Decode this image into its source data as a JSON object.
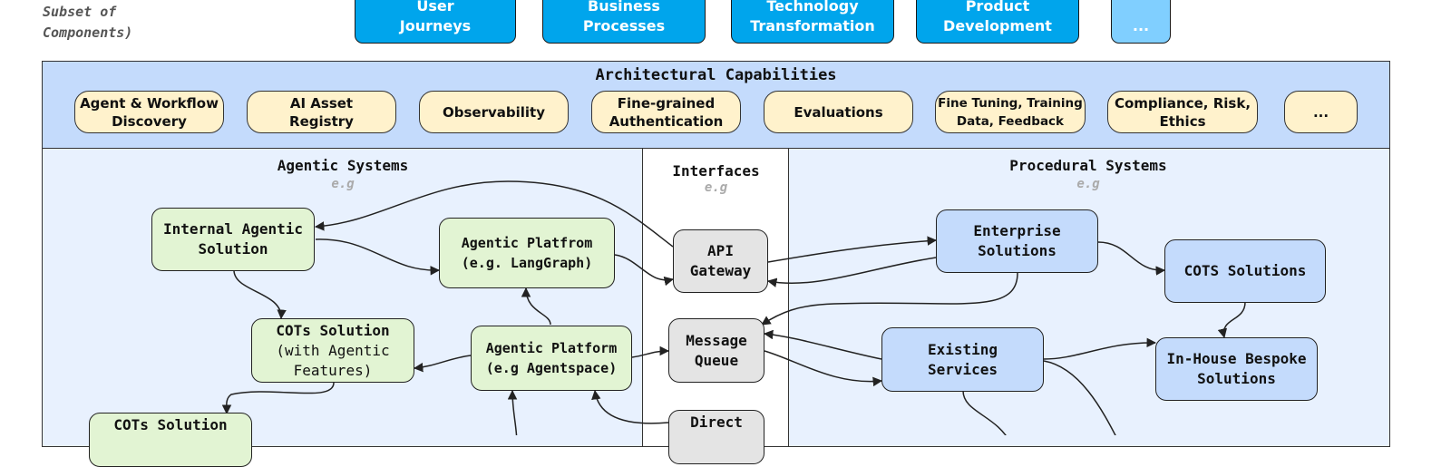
{
  "caption": {
    "line1": "Subset of",
    "line2": "Components)"
  },
  "top_row": [
    {
      "line1": "User",
      "line2": "Journeys"
    },
    {
      "line1": "Business",
      "line2": "Processes"
    },
    {
      "line1": "Technology",
      "line2": "Transformation"
    },
    {
      "line1": "Product",
      "line2": "Development"
    },
    {
      "line1": "",
      "line2": "..."
    }
  ],
  "capabilities": {
    "title": "Architectural Capabilities",
    "items": [
      {
        "line1": "Agent & Workflow",
        "line2": "Discovery"
      },
      {
        "line1": "AI Asset",
        "line2": "Registry"
      },
      {
        "line1": "Observability",
        "line2": ""
      },
      {
        "line1": "Fine-grained",
        "line2": "Authentication"
      },
      {
        "line1": "Evaluations",
        "line2": ""
      },
      {
        "line1": "Fine Tuning, Training",
        "line2": "Data, Feedback"
      },
      {
        "line1": "Compliance, Risk,",
        "line2": "Ethics"
      },
      {
        "line1": "...",
        "line2": ""
      }
    ]
  },
  "agentic": {
    "title": "Agentic Systems",
    "eg": "e.g",
    "nodes": {
      "internal": {
        "line1": "Internal Agentic",
        "line2": "Solution"
      },
      "platform_langgraph": {
        "line1": "Agentic Platfrom",
        "line2": "(e.g. LangGraph)"
      },
      "cots_agentic": {
        "line1": "COTs Solution",
        "line2": "(with Agentic",
        "line3": "Features)"
      },
      "platform_agentspace": {
        "line1": "Agentic Platform",
        "line2": "(e.g Agentspace)"
      },
      "cots_bottom": {
        "line1": "COTs Solution"
      }
    }
  },
  "interfaces": {
    "title": "Interfaces",
    "eg": "e.g",
    "nodes": {
      "api": {
        "line1": "API",
        "line2": "Gateway"
      },
      "mq": {
        "line1": "Message",
        "line2": "Queue"
      },
      "direct": {
        "line1": "Direct"
      }
    }
  },
  "procedural": {
    "title": "Procedural Systems",
    "eg": "e.g",
    "nodes": {
      "enterprise": {
        "line1": "Enterprise",
        "line2": "Solutions"
      },
      "cots": {
        "line1": "COTS Solutions"
      },
      "existing": {
        "line1": "Existing",
        "line2": "Services"
      },
      "inhouse": {
        "line1": "In-House Bespoke",
        "line2": "Solutions"
      }
    }
  }
}
